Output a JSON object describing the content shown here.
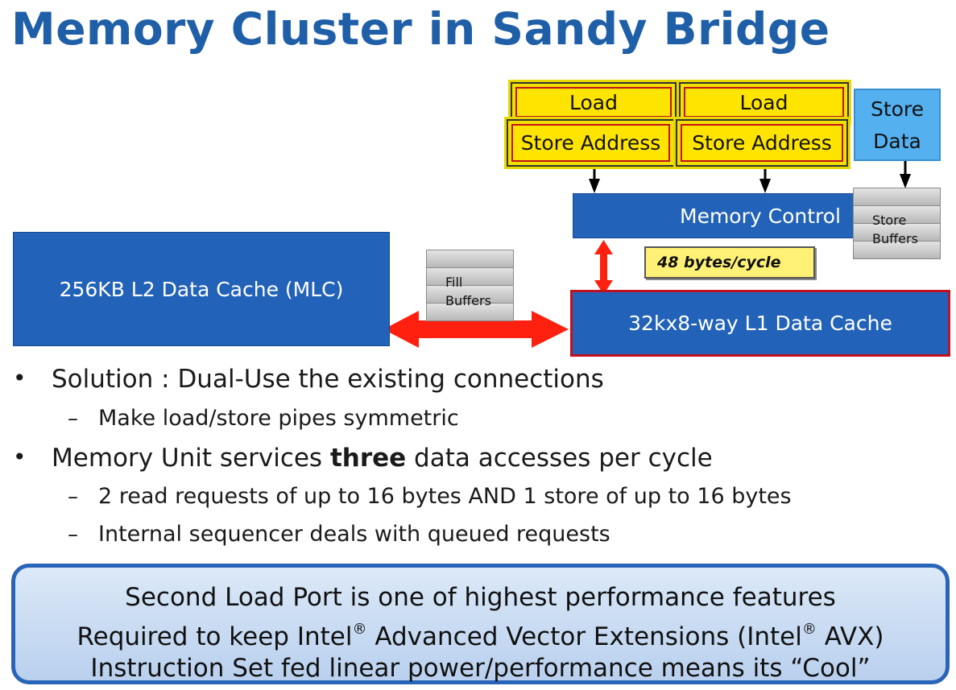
{
  "title": "Memory Cluster in Sandy Bridge",
  "diagram": {
    "ports": [
      {
        "load": "Load",
        "store_address": "Store Address"
      },
      {
        "load": "Load",
        "store_address": "Store Address"
      }
    ],
    "store_data": [
      "Store",
      "Data"
    ],
    "memory_control": "Memory Control",
    "store_buffers": [
      "Store",
      "Buffers"
    ],
    "bandwidth": "48 bytes/cycle",
    "l1_cache": "32kx8-way L1 Data Cache",
    "l2_cache": "256KB L2 Data Cache (MLC)",
    "fill_buffers": [
      "Fill",
      "Buffers"
    ]
  },
  "bullets": {
    "b1": "Solution : Dual-Use the existing connections",
    "b1_sub": "Make load/store pipes symmetric",
    "b2_pre": "Memory Unit services ",
    "b2_bold": "three",
    "b2_post": " data accesses per cycle",
    "b2_sub1": "2 read requests of up to 16 bytes AND 1 store of up to 16 bytes",
    "b2_sub2": "Internal sequencer deals with queued requests"
  },
  "callout": {
    "line1": "Second Load Port is one of highest performance features",
    "line2_a": "Required to keep Intel",
    "reg": "®",
    "line2_b": " Advanced Vector Extensions (Intel",
    "line2_c": " AVX)",
    "line3": "Instruction Set fed linear power/performance means its “Cool”"
  }
}
